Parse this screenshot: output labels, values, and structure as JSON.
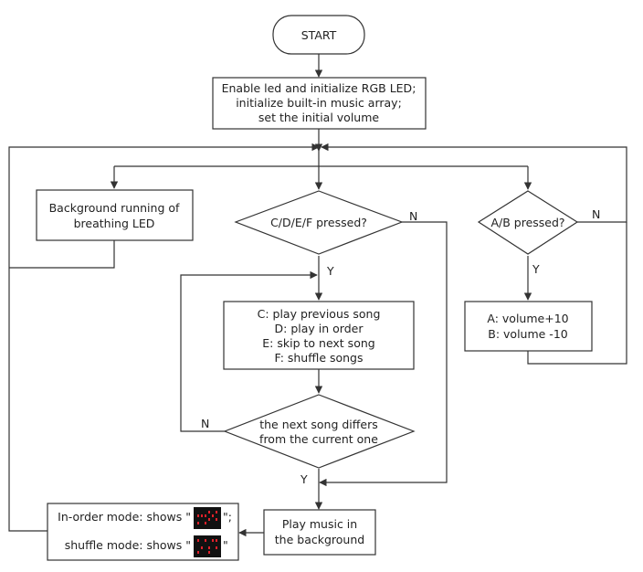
{
  "nodes": {
    "start": "START",
    "init": {
      "line1": "Enable led and initialize RGB LED;",
      "line2": "initialize built-in music array;",
      "line3": "set the initial volume"
    },
    "breathing": {
      "line1": "Background running of",
      "line2": "breathing LED"
    },
    "cdef_decision": "C/D/E/F pressed?",
    "ab_decision": "A/B pressed?",
    "cdef_actions": {
      "line1": "C: play previous song",
      "line2": "D: play in order",
      "line3": "E: skip to next song",
      "line4": "F: shuffle songs"
    },
    "ab_actions": {
      "line1": "A: volume+10",
      "line2": "B: volume -10"
    },
    "differs_decision": {
      "line1": "the next song differs",
      "line2": "from the current one"
    },
    "play": {
      "line1": "Play music in",
      "line2": "the background"
    },
    "display": {
      "inorder_prefix": "In-order mode: shows \"",
      "inorder_suffix": "\";",
      "shuffle_prefix": "shuffle mode: shows \"",
      "shuffle_suffix": "\""
    }
  },
  "edge_labels": {
    "cdef_no": "N",
    "cdef_yes": "Y",
    "ab_no": "N",
    "ab_yes": "Y",
    "differs_no": "N",
    "differs_yes": "Y"
  },
  "colors": {
    "stroke": "#333333",
    "matrix_bg": "#111111",
    "matrix_dot": "#e0202a"
  }
}
